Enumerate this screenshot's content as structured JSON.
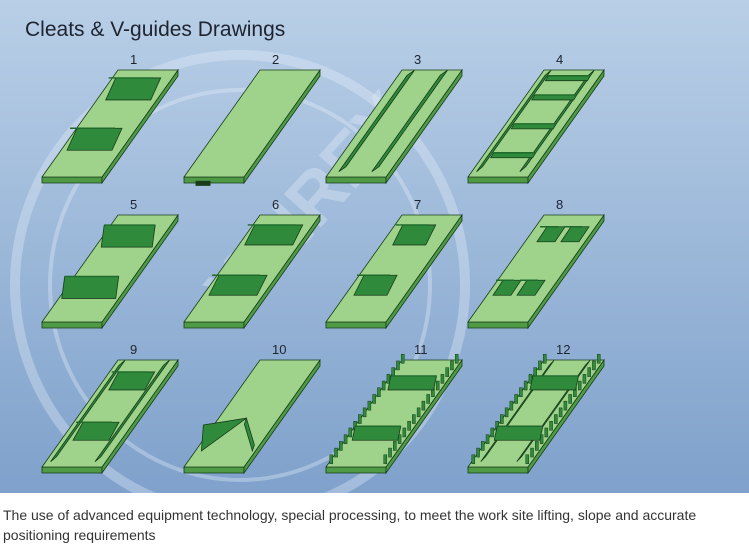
{
  "figure": {
    "title": "Cleats & V-guides Drawings",
    "watermark": "XINREY",
    "colors": {
      "background_top": "#b9cfe7",
      "background_bottom": "#7fa1cb",
      "belt_top": "#9fd28a",
      "belt_side": "#4f9a45",
      "cleat": "#2f8a3c",
      "cleat_dark": "#1f6a2a",
      "outline": "#173d1a"
    },
    "panels": [
      {
        "label": "1",
        "kind": "curved-cleats"
      },
      {
        "label": "2",
        "kind": "plain-v-guide-underside"
      },
      {
        "label": "3",
        "kind": "two-v-guides"
      },
      {
        "label": "4",
        "kind": "ladder-cleats"
      },
      {
        "label": "5",
        "kind": "tall-straight-cleats"
      },
      {
        "label": "6",
        "kind": "wide-cleats"
      },
      {
        "label": "7",
        "kind": "cleat-pairs"
      },
      {
        "label": "8",
        "kind": "split-cleats"
      },
      {
        "label": "9",
        "kind": "cleats-with-v-guides"
      },
      {
        "label": "10",
        "kind": "chevron-v"
      },
      {
        "label": "11",
        "kind": "sidewall-cleats"
      },
      {
        "label": "12",
        "kind": "sidewall-cleats-v-guides"
      }
    ]
  },
  "caption": {
    "text": "The use of advanced equipment technology, special processing, to meet the work site lifting, slope and accurate positioning requirements"
  }
}
